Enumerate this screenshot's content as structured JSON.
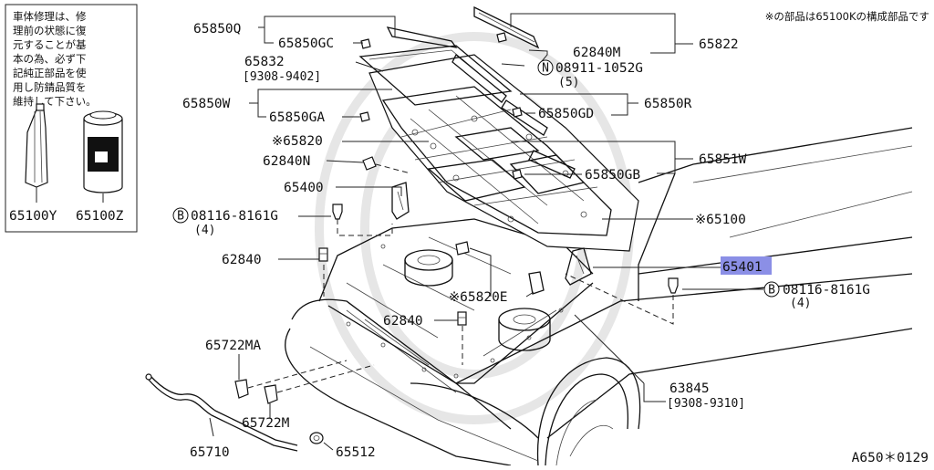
{
  "header_note": "※の部品は65100Kの構成部品です",
  "figure_id": "A650＊0129",
  "legend_box": {
    "instruction_lines": [
      "車体修理は、修",
      "理前の状態に復",
      "元することが基",
      "本の為、必ず下",
      "記純正部品を使",
      "用し防錆品質を",
      "維持して下さい。"
    ],
    "items": [
      {
        "code": "65100Y",
        "icon": "sealant-tube-icon"
      },
      {
        "code": "65100Z",
        "icon": "spray-can-icon"
      }
    ]
  },
  "parts": {
    "p65850Q": "65850Q",
    "p65850GC": "65850GC",
    "p65832": "65832",
    "p65832_range": "[9308-9402]",
    "p65850W": "65850W",
    "p65850GA": "65850GA",
    "p65820": "※65820",
    "p62840N": "62840N",
    "p65400": "65400",
    "p08116_left": "08116-8161G",
    "p08116_left_qty": "(4)",
    "p62840": "62840",
    "p65722MA": "65722MA",
    "p65722M": "65722M",
    "p65710": "65710",
    "p65512": "65512",
    "p62840_lower": "62840",
    "p65820E": "※65820E",
    "p62840M": "62840M",
    "p65822": "65822",
    "p08911": "08911-1052G",
    "p08911_qty": "(5)",
    "p65850GD": "65850GD",
    "p65850R": "65850R",
    "p65851W": "65851W",
    "p65850GB": "65850GB",
    "p65100": "※65100",
    "p65401": "65401",
    "p08116_right": "08116-8161G",
    "p08116_right_qty": "(4)",
    "p63845": "63845",
    "p63845_range": "[9308-9310]"
  },
  "symbols": {
    "bolt_prefix": "B",
    "nut_prefix": "N"
  },
  "highlighted_part": "65401",
  "highlight_color": "#8b8fe6"
}
